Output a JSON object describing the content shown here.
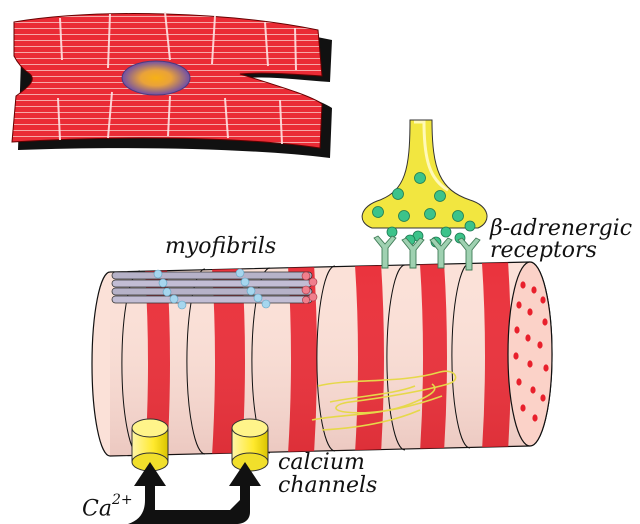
{
  "labels": {
    "myofibrils": "myofibrils",
    "beta_line1": "β-adrenergic",
    "beta_line2": "receptors",
    "calcium_line1": "calcium",
    "calcium_line2": "channels",
    "ion_symbol": "Ca",
    "ion_charge": "2+"
  },
  "colors": {
    "muscle_red": "#e8202c",
    "muscle_light": "#fbd7cc",
    "nucleus": "#7a5aa8",
    "nucleus_core": "#f5b020",
    "terminal_yellow": "#f2e640",
    "vesicle_green": "#3cc38a",
    "receptor_green": "#9fd1b1",
    "channel_yellow": "#ffec3a",
    "arrow": "#111111"
  }
}
